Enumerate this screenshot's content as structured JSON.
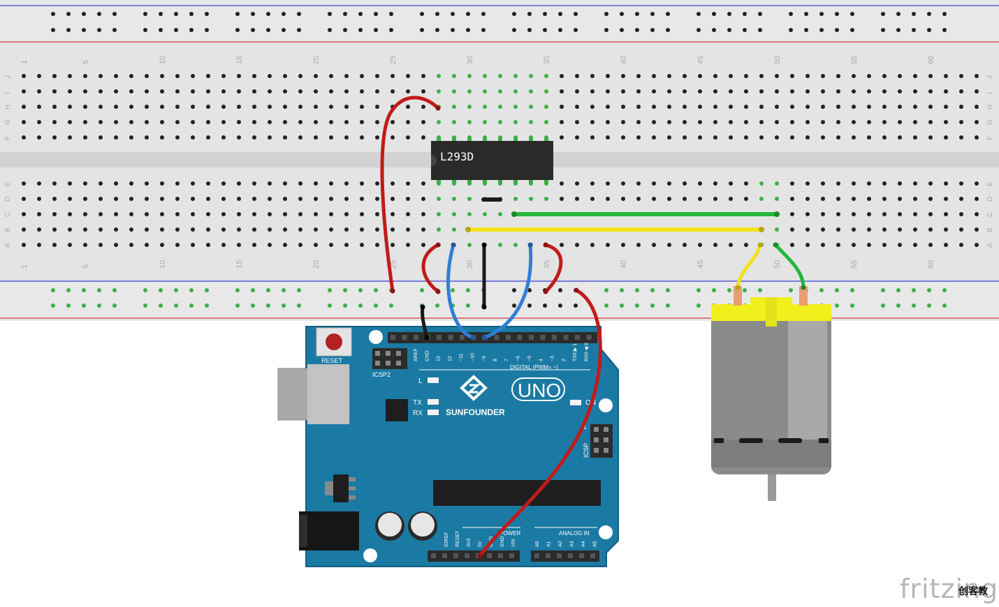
{
  "breadboard": {
    "columns": 63,
    "top_column_numbers": [
      "1",
      "5",
      "10",
      "15",
      "20",
      "25",
      "30",
      "35",
      "40",
      "45",
      "50",
      "55",
      "60"
    ],
    "bottom_column_numbers": [
      "1",
      "5",
      "10",
      "15",
      "20",
      "25",
      "30",
      "35",
      "40",
      "45",
      "50",
      "55",
      "60"
    ],
    "row_letters_top": [
      "J",
      "I",
      "H",
      "G",
      "F"
    ],
    "row_letters_bottom": [
      "E",
      "D",
      "C",
      "B",
      "A"
    ],
    "rail_color_positive": "#d62a2a",
    "rail_color_negative": "#2a2ad6",
    "active_hole_color": "#3cb043"
  },
  "chip": {
    "label": "L293D"
  },
  "arduino": {
    "reset_label": "RESET",
    "icsp2_label": "ICSP2",
    "icsp_label": "ICSP",
    "icsp_pin1": "1",
    "brand": "SUNFOUNDER",
    "model": "UNO",
    "led_l": "L",
    "led_tx": "TX",
    "led_rx": "RX",
    "led_on": "ON",
    "digital_header_pins": [
      "AREF",
      "GND",
      "13",
      "12",
      "~11",
      "~10",
      "~9",
      "8",
      "7",
      "~6",
      "~5",
      "4",
      "~3",
      "2",
      "TX0 ▶ 1",
      "RX0 ◀ 0"
    ],
    "digital_label": "DIGITAL (PWM= ~)",
    "power_label": "POWER",
    "analog_label": "ANALOG IN",
    "power_pins": [
      "IOREF",
      "RESET",
      "3V3",
      "5V",
      "GND",
      "GND",
      "VIN"
    ],
    "analog_pins": [
      "A0",
      "A1",
      "A2",
      "A3",
      "A4",
      "A5"
    ],
    "board_color": "#1b7aa3"
  },
  "motor": {
    "body_color": "#8b8b8b",
    "cap_color": "#f1ef1c"
  },
  "wire_colors": {
    "red": "#c21a1a",
    "blue": "#2f7fd6",
    "black": "#1a1a1a",
    "green": "#22b73a",
    "yellow": "#f1e21c"
  },
  "watermark": "fritzing",
  "watermark_overlay": "创客教"
}
